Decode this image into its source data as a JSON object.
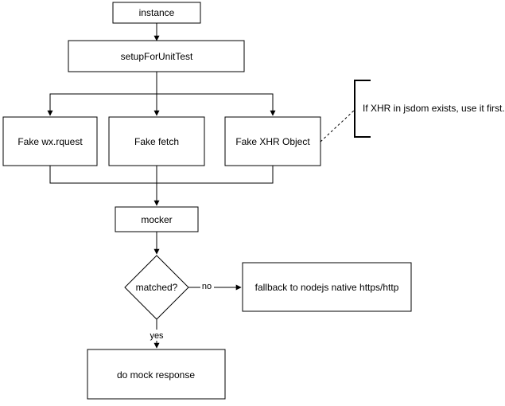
{
  "diagram": {
    "nodes": {
      "instance": {
        "label": "instance"
      },
      "setup": {
        "label": "setupForUnitTest"
      },
      "fake_wx": {
        "label": "Fake wx.rquest"
      },
      "fake_fetch": {
        "label": "Fake fetch"
      },
      "fake_xhr": {
        "label": "Fake XHR Object"
      },
      "mocker": {
        "label": "mocker"
      },
      "matched": {
        "label": "matched?"
      },
      "fallback": {
        "label": "fallback to nodejs native https/http"
      },
      "mock_response": {
        "label": "do mock response"
      }
    },
    "edges": {
      "no_label": "no",
      "yes_label": "yes"
    },
    "annotation": {
      "text": "If XHR in jsdom exists, use it first."
    }
  }
}
